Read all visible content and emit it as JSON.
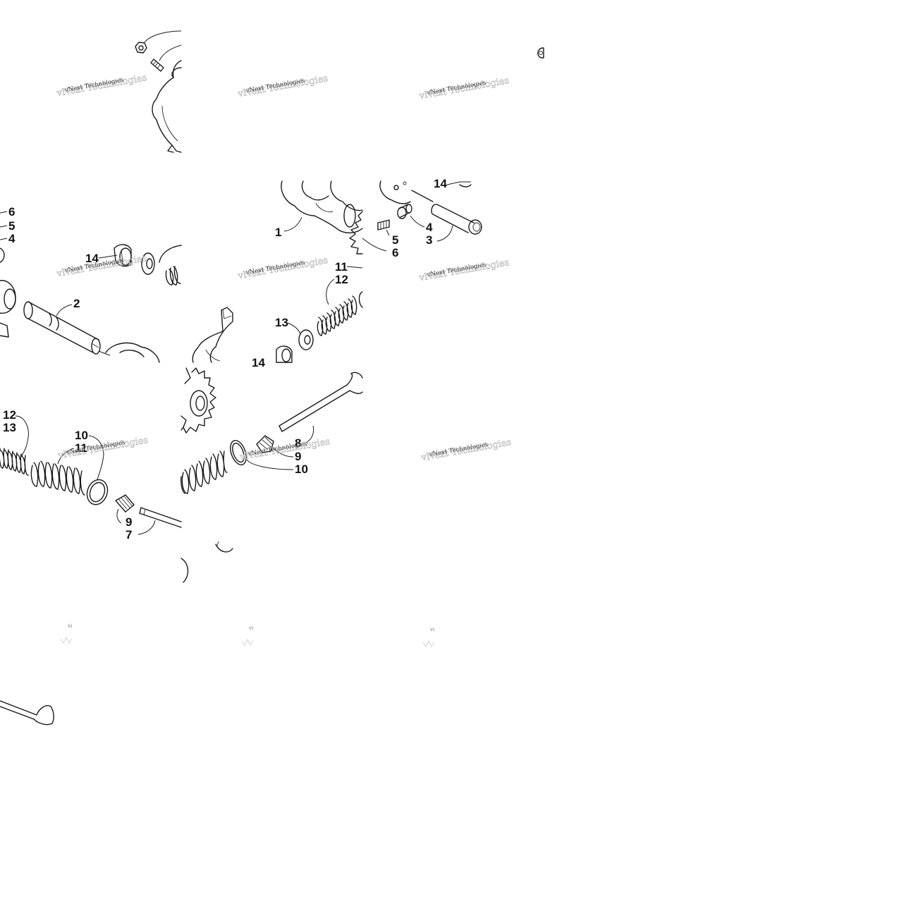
{
  "watermark": {
    "text": "vNext Technologies",
    "stub": "vi"
  },
  "callouts": {
    "c1": "1",
    "c2": "2",
    "c3": "3",
    "c4a": "4",
    "c4b": "4",
    "c5a": "5",
    "c5b": "5",
    "c6a": "6",
    "c6b": "6",
    "c7": "7",
    "c8": "8",
    "c9a": "9",
    "c9b": "9",
    "c10a": "10",
    "c10b": "10",
    "c11a": "11",
    "c11b": "11",
    "c12a": "12",
    "c12b": "12",
    "c13a": "13",
    "c13b": "13",
    "c14a": "14",
    "c14b": "14",
    "c14c": "14"
  }
}
